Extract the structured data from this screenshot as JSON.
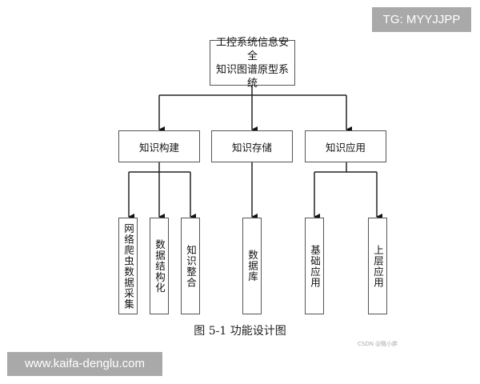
{
  "diagram": {
    "root": {
      "label_line1": "工控系统信息安全",
      "label_line2": "知识图谱原型系统"
    },
    "modules": [
      {
        "label": "知识构建",
        "children": [
          "网络爬虫数据采集",
          "数据结构化",
          "知识整合"
        ]
      },
      {
        "label": "知识存储",
        "children": [
          "数据库"
        ]
      },
      {
        "label": "知识应用",
        "children": [
          "基础应用",
          "上层应用"
        ]
      }
    ],
    "line_color": "#222222"
  },
  "caption": "图 5-1  功能设计图",
  "credit": "CSDN @甄小胖",
  "watermarks": {
    "top_right": "TG: MYYJJPP",
    "bottom_left": "www.kaifa-denglu.com"
  }
}
